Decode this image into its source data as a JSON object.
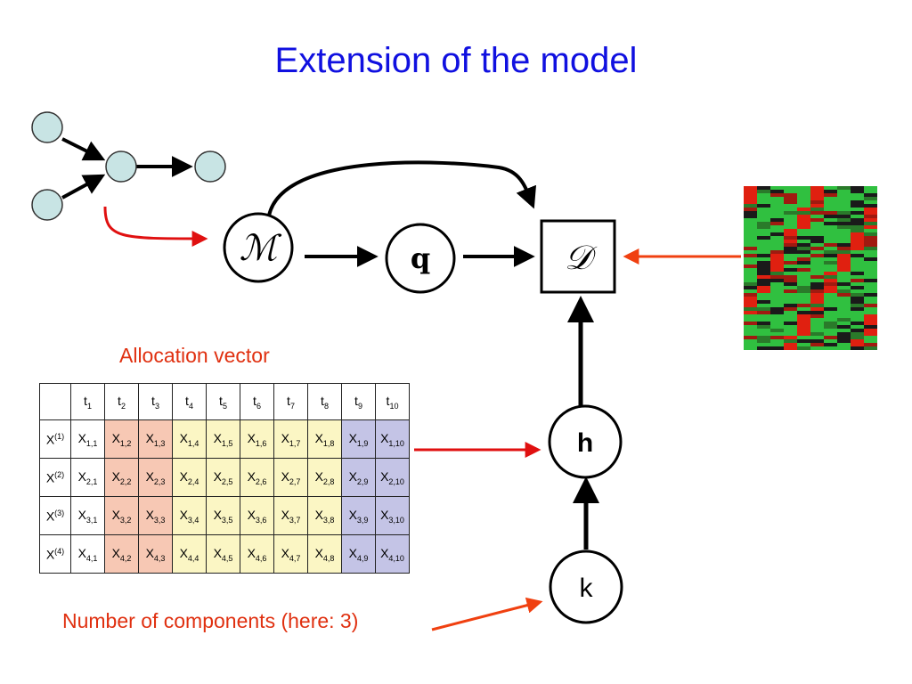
{
  "title": "Extension of the model",
  "nodes": {
    "model_symbol": "ℳ",
    "q": "q",
    "data_symbol": "𝒟",
    "h": "h",
    "k": "k"
  },
  "captions": {
    "allocation": "Allocation vector",
    "components": "Number of components (here: 3)"
  },
  "table": {
    "columns": [
      "t1",
      "t2",
      "t3",
      "t4",
      "t5",
      "t6",
      "t7",
      "t8",
      "t9",
      "t10"
    ],
    "rows": [
      {
        "label": "X(1)",
        "cells": [
          "X1,1",
          "X1,2",
          "X1,3",
          "X1,4",
          "X1,5",
          "X1,6",
          "X1,7",
          "X1,8",
          "X1,9",
          "X1,10"
        ]
      },
      {
        "label": "X(2)",
        "cells": [
          "X2,1",
          "X2,2",
          "X2,3",
          "X2,4",
          "X2,5",
          "X2,6",
          "X2,7",
          "X2,8",
          "X2,9",
          "X2,10"
        ]
      },
      {
        "label": "X(3)",
        "cells": [
          "X3,1",
          "X3,2",
          "X3,3",
          "X3,4",
          "X3,5",
          "X3,6",
          "X3,7",
          "X3,8",
          "X3,9",
          "X3,10"
        ]
      },
      {
        "label": "X(4)",
        "cells": [
          "X4,1",
          "X4,2",
          "X4,3",
          "X4,4",
          "X4,5",
          "X4,6",
          "X4,7",
          "X4,8",
          "X4,9",
          "X4,10"
        ]
      }
    ],
    "component_of_column": [
      0,
      1,
      1,
      2,
      2,
      2,
      2,
      2,
      3,
      3
    ]
  },
  "colors": {
    "title": "#1010e0",
    "caption": "#e03010",
    "red_arrow": "#e01010",
    "small_node_fill": "#c8e4e4",
    "component_1": "#f7c8b4",
    "component_2": "#fbf6c4",
    "component_3": "#c4c4e6",
    "heat_red": "#e02010",
    "heat_green": "#30c040"
  },
  "icons": {
    "heatmap": "gene-expression-heatmap-image",
    "network": "small-network-graph-icon"
  }
}
